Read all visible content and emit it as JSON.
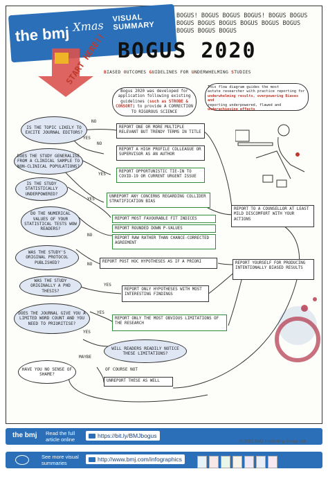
{
  "header": {
    "brand": "the bmj",
    "xmas": "Xmas",
    "label": "VISUAL SUMMARY",
    "title": "BOGUS 2020",
    "subtitle_parts": [
      "B",
      "IASED ",
      "O",
      "UTCOMES ",
      "G",
      "UIDELINES FOR ",
      "U",
      "NDERWHELMING ",
      "S",
      "TUDIES"
    ],
    "bogus_words": "BOGUS! BOGUS BOGUS BOGUS! BOGUS BOGUS BOGUS BOGUS BOGUS BOGUS BOGUS BOGUS BOGUS BOGUS BOGUS"
  },
  "start_label": "START HERE!!",
  "intro": {
    "text_a": "Bogus 2020 was developed for application following existing guidelines (",
    "red": "such as STROBE & CONSORT",
    "text_b": ") to provide A CORRECTION TO RIGOROUS SCIENCE",
    "flow_note_a": "This flow diagram guides the most",
    "flow_note_b": "astute researcher with practice reporting for",
    "flow_note_c": "underwhelming results, overpowering Biases and",
    "flow_note_d": "reporting underpowered, flawed and",
    "flow_note_e": "underachieving effects"
  },
  "questions": [
    {
      "id": "q1",
      "text": "IS THE TOPIC LIKELY TO EXCITE JOURNAL EDITORS?"
    },
    {
      "id": "q2",
      "text": "DOES THE STUDY GENERALISE FROM A CLINICAL SAMPLE TO NON-CLINICAL POPULATIONS?"
    },
    {
      "id": "q3",
      "text": "IS THE STUDY STATISTICALLY UNDERPOWERED?"
    },
    {
      "id": "q4",
      "text": "DO THE NUMERICAL VALUES OF YOUR STATISTICAL TESTS WOW READERS?"
    },
    {
      "id": "q5",
      "text": "WAS THE STUDY'S ORIGINAL PROTOCOL PUBLISHED?"
    },
    {
      "id": "q6",
      "text": "WAS THE STUDY ORIGINALLY A PHD THESIS?"
    },
    {
      "id": "q7",
      "text": "DOES THE JOURNAL GIVE YOU A LIMITED WORD COUNT AND YOU NEED TO PRIORITISE?"
    },
    {
      "id": "q8",
      "text": "WILL READERS READILY NOTICE THESE LIMITATIONS?"
    },
    {
      "id": "q9",
      "text": "HAVE YOU NO SENSE OF SHAME?"
    }
  ],
  "actions": [
    {
      "id": "a1",
      "text": "REPORT ONE OR MORE MULTIPLE RELEVANT BUT TRENDY TERMS IN TITLE"
    },
    {
      "id": "a2",
      "text": "REPORT A HIGH PROFILE COLLEAGUE OR SUPERVISOR AS AN AUTHOR"
    },
    {
      "id": "a3",
      "text": "REPORT OPPORTUNISTIC TIE-IN TO COVID-19 OR CURRENT URGENT ISSUE"
    },
    {
      "id": "a4",
      "text": "UNREPORT ANY CONCERNS REGARDING COLLIDER STRATIFICATION BIAS"
    },
    {
      "id": "a5",
      "text": "REPORT MOST FAVOURABLE FIT INDICES"
    },
    {
      "id": "a6",
      "text": "REPORT ROUNDED DOWN P-VALUES"
    },
    {
      "id": "a7",
      "text": "REPORT RAW RATHER THAN CHANCE-CORRECTED AGREEMENT"
    },
    {
      "id": "a8",
      "text": "REPORT POST HOC HYPOTHESES AS IF A PRIORI"
    },
    {
      "id": "a9",
      "text": "REPORT ONLY HYPOTHESES WITH MOST INTERESTING FINDINGS"
    },
    {
      "id": "a10",
      "text": "REPORT ONLY THE MOST OBVIOUS LIMITATIONS OF THE RESEARCH"
    },
    {
      "id": "a11",
      "text": "UNREPORT THESE AS WELL"
    },
    {
      "id": "a12",
      "text": "REPORT TO A COUNSELLOR AT LEAST MILD DISCOMFORT WITH YOUR ACTIONS"
    },
    {
      "id": "a13",
      "text": "REPORT YOURSELF FOR PRODUCING INTENTIONALLY BIASED RESULTS"
    }
  ],
  "edge_labels": {
    "no": "NO",
    "yes": "YES",
    "maybe": "MAYBE",
    "of_course_not": "OF COURSE NOT"
  },
  "footer": {
    "read_label": "Read the full article online",
    "read_url": "https://bit.ly/BMJbogus",
    "copyright": "© 2021 BMJ Publishing Group Ltd.",
    "more_label": "See more visual summaries",
    "more_url": "http://www.bmj.com/infographics",
    "brand": "the bmj"
  },
  "colors": {
    "brand_blue": "#2a6fb7",
    "red": "#c0392b",
    "green": "#2f8a3a",
    "wine": "#b2334a"
  }
}
